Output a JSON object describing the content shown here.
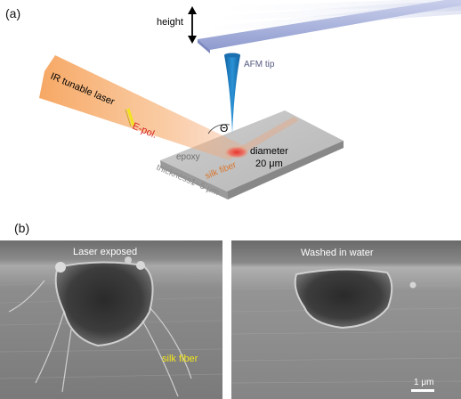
{
  "panel_a": {
    "label": "(a)",
    "height_label": "height",
    "afm_tip_label": "AFM tip",
    "theta_label": "Θ",
    "laser_label": "IR tunable laser",
    "epol_label": "E-pol.",
    "diameter_label": "diameter",
    "diameter_value": "20 μm",
    "epoxy_label": "epoxy",
    "silk_fiber_label": "silk fiber",
    "thickness_label": "thickness1−5 μm"
  },
  "panel_b": {
    "label": "(b)",
    "left_title": "Laser exposed",
    "right_title": "Washed in water",
    "silk_fiber_label": "silk fiber",
    "scale_bar_label": "1 μm"
  },
  "colors": {
    "laser": "#f5a15a",
    "focus_spot": "#e8322a",
    "epol_text": "#d61f1f",
    "afm_tip": "#1f7fc4",
    "cantilever": "#a9b3db",
    "silk_fiber_text_a": "#d9772f",
    "silk_fiber_text_b": "#f2e51b",
    "substrate": "#b9b9b9"
  }
}
